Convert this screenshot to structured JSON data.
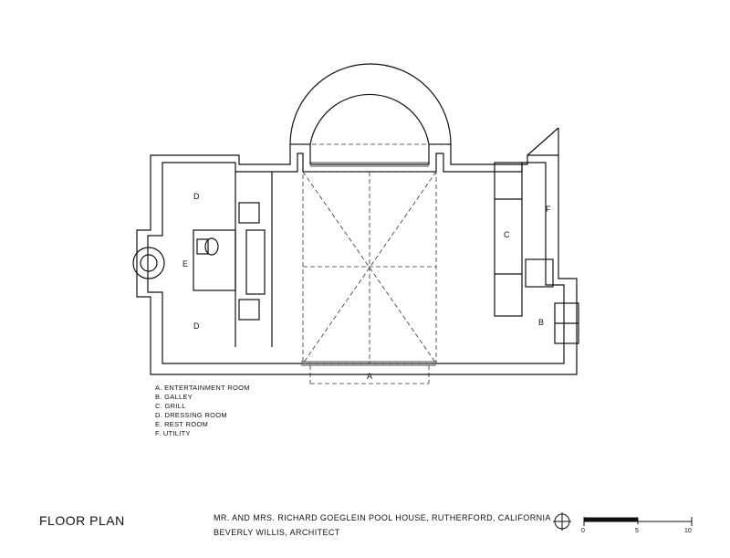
{
  "rooms": {
    "a": "A",
    "b": "B",
    "c": "C",
    "d_upper": "D",
    "d_lower": "D",
    "e": "E",
    "f": "F"
  },
  "legend": [
    "A. ENTERTAINMENT ROOM",
    "B. GALLEY",
    "C. GRILL",
    "D. DRESSING ROOM",
    "E. REST ROOM",
    "F. UTILITY"
  ],
  "title": "FLOOR PLAN",
  "subtitle": "MR. AND MRS. RICHARD GOEGLEIN POOL HOUSE, RUTHERFORD, CALIFORNIA",
  "architect": "BEVERLY WILLIS, ARCHITECT",
  "scale": {
    "min": "0",
    "mid": "5",
    "max": "10"
  },
  "icons": {
    "north": "north-arrow-icon"
  }
}
